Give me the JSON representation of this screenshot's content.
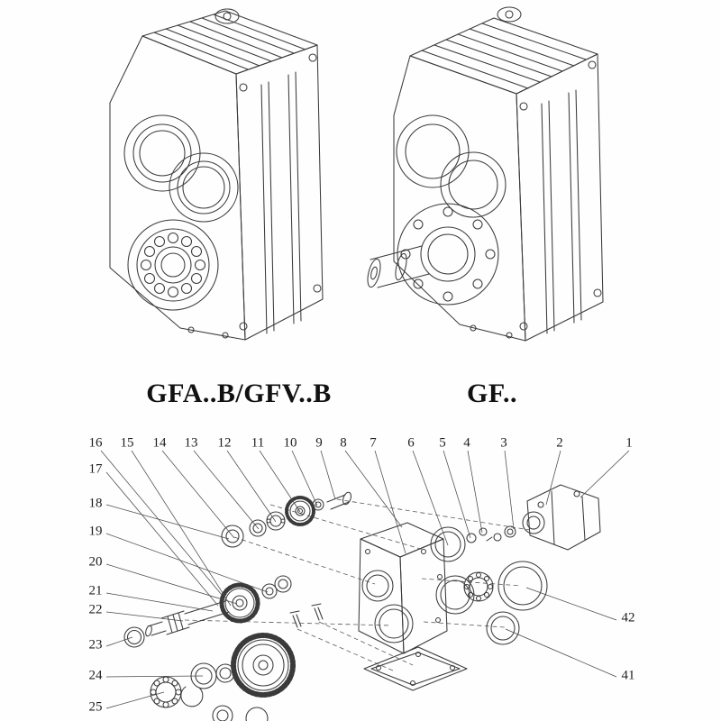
{
  "drawings": {
    "left": {
      "label": "GFA..B/GFV..B"
    },
    "right": {
      "label": "GF.."
    }
  },
  "exploded": {
    "top_numbers": [
      "16",
      "15",
      "14",
      "13",
      "12",
      "11",
      "10",
      "9",
      "8",
      "7",
      "6",
      "5",
      "4",
      "3",
      "2",
      "1"
    ],
    "left_numbers": [
      "17",
      "18",
      "19",
      "20",
      "21",
      "22",
      "23",
      "24",
      "25"
    ],
    "right_numbers": [
      "42",
      "41"
    ]
  },
  "colors": {
    "ink": "#3a3a3a",
    "background": "#fefefe"
  }
}
